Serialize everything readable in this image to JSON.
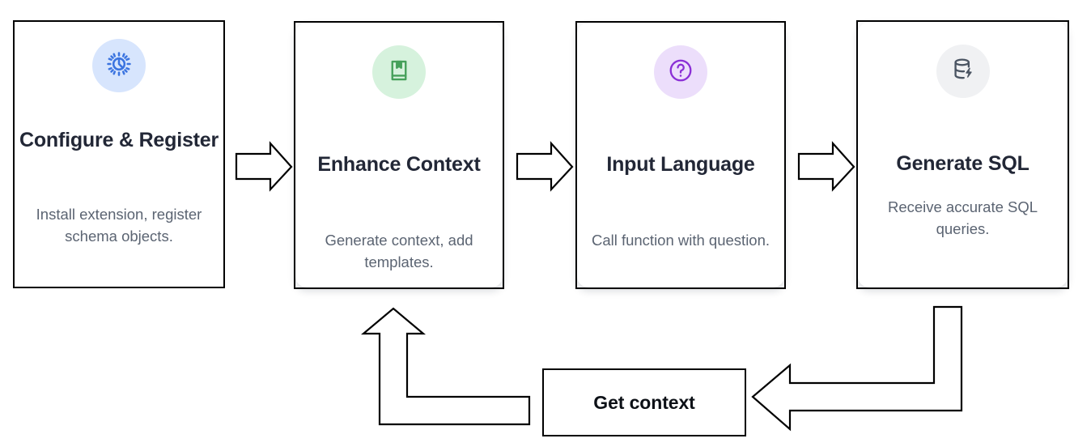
{
  "diagram": {
    "title": "Configure & Register to Generate SQL workflow with Get context feedback loop",
    "colors": {
      "card_border": "#000000",
      "card_background": "#ffffff",
      "title_text": "#222736",
      "body_text": "#5b6472",
      "arrow_stroke": "#000000",
      "arrow_fill": "#ffffff"
    },
    "steps": [
      {
        "id": "configure-register",
        "title": "Configure & Register",
        "description": "Install extension, register schema objects.",
        "icon": "gear-icon",
        "icon_color": "#3b74e0",
        "icon_badge_color": "#d7e5fd"
      },
      {
        "id": "enhance-context",
        "title": "Enhance Context",
        "description": "Generate context, add templates.",
        "icon": "book-bookmark-icon",
        "icon_color": "#45a05a",
        "icon_badge_color": "#d6f2dd"
      },
      {
        "id": "input-language",
        "title": "Input Language",
        "description": "Call function with question.",
        "icon": "question-circle-icon",
        "icon_color": "#8b2fd6",
        "icon_badge_color": "#ecdefb"
      },
      {
        "id": "generate-sql",
        "title": "Generate SQL",
        "description": "Receive accurate SQL queries.",
        "icon": "database-bolt-icon",
        "icon_color": "#4b5563",
        "icon_badge_color": "#f0f1f3"
      }
    ],
    "connectors": [
      {
        "id": "arrow-step1-step2",
        "icon": "arrow-right-icon",
        "direction": "right"
      },
      {
        "id": "arrow-step2-step3",
        "icon": "arrow-right-icon",
        "direction": "right"
      },
      {
        "id": "arrow-step3-step4",
        "icon": "arrow-right-icon",
        "direction": "right"
      },
      {
        "id": "arrow-step4-to-context",
        "icon": "elbow-arrow-left-icon",
        "direction": "down-left"
      },
      {
        "id": "arrow-context-to-step2",
        "icon": "elbow-arrow-up-icon",
        "direction": "left-up"
      }
    ],
    "feedback": {
      "id": "get-context",
      "label": "Get context"
    }
  }
}
